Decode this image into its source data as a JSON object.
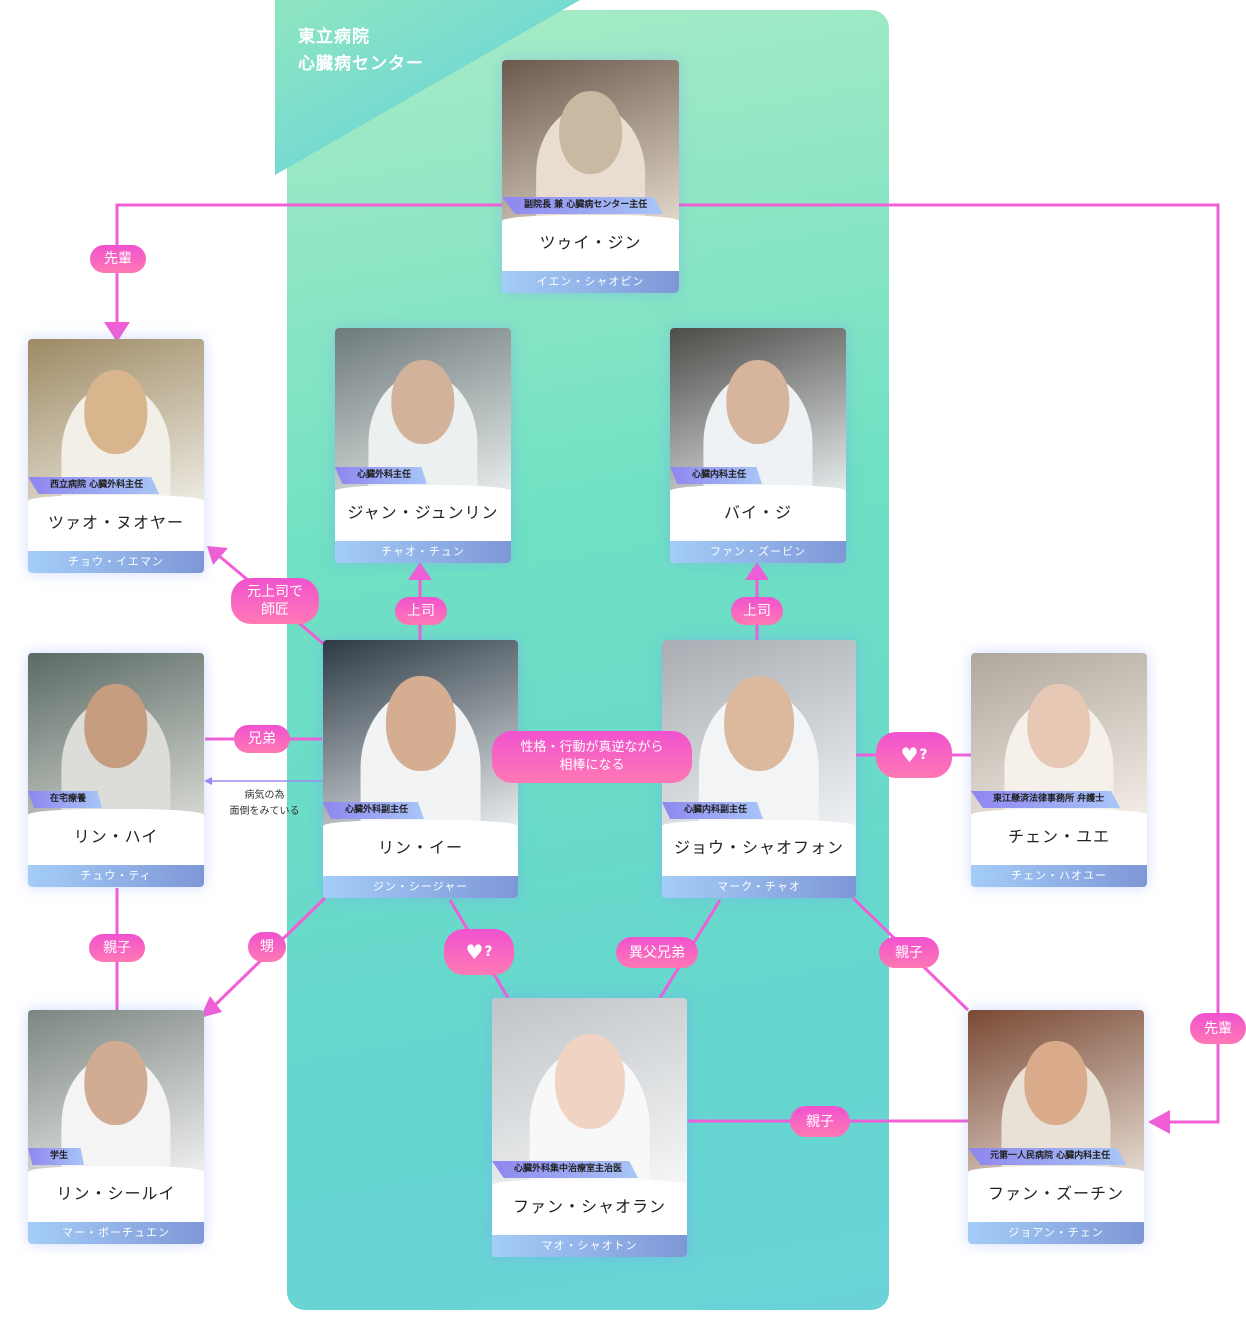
{
  "section": {
    "title_line1": "東立病院",
    "title_line2": "心臓病センター"
  },
  "colors": {
    "link": "#f05fd6",
    "pill_top": "#f052cf",
    "pill_bottom": "#ff78b4",
    "care_arrow": "#9a8cf0",
    "role_tag_start": "#8e86ef",
    "role_tag_end": "#a8c6f7",
    "actor_bar_start": "#a4cdf8",
    "actor_bar_end": "#7e97d6"
  },
  "characters": [
    {
      "id": "cui",
      "role": "副院長 兼 心臓病センター主任",
      "name": "ツゥイ・ジン",
      "actor": "イエン・シャオピン"
    },
    {
      "id": "zhao",
      "role": "西立病院 心臓外科主任",
      "name": "ツァオ・ヌオヤー",
      "actor": "チョウ・イエマン"
    },
    {
      "id": "jiang",
      "role": "心臓外科主任",
      "name": "ジャン・ジュンリン",
      "actor": "チャオ・チュン"
    },
    {
      "id": "bai",
      "role": "心臓内科主任",
      "name": "バイ・ジ",
      "actor": "ファン・ズービン"
    },
    {
      "id": "linhai",
      "role": "在宅療養",
      "name": "リン・ハイ",
      "actor": "チュウ・ティ"
    },
    {
      "id": "linyi",
      "role": "心臓外科副主任",
      "name": "リン・イー",
      "actor": "ジン・シージャー"
    },
    {
      "id": "zhou",
      "role": "心臓内科副主任",
      "name": "ジョウ・シャオフォン",
      "actor": "マーク・チャオ"
    },
    {
      "id": "chen",
      "role": "東江懸済法律事務所 弁護士",
      "name": "チェン・ユエ",
      "actor": "チェン・ハオユー"
    },
    {
      "id": "linxl",
      "role": "学生",
      "name": "リン・シールイ",
      "actor": "マー・ボーチュエン"
    },
    {
      "id": "fangxl",
      "role": "心臓外科集中治療室主治医",
      "name": "ファン・シャオラン",
      "actor": "マオ・シャオトン"
    },
    {
      "id": "fangzc",
      "role": "元第一人民病院 心臓内科主任",
      "name": "ファン・ズーチン",
      "actor": "ジョアン・チェン"
    }
  ],
  "relations": [
    {
      "id": "senpai_left",
      "label": "先輩"
    },
    {
      "id": "mentor",
      "label": "元上司で\n師匠"
    },
    {
      "id": "boss_jiang",
      "label": "上司"
    },
    {
      "id": "boss_bai",
      "label": "上司"
    },
    {
      "id": "brothers",
      "label": "兄弟"
    },
    {
      "id": "partners",
      "label": "性格・行動が真逆ながら\n相棒になる"
    },
    {
      "id": "love_chen",
      "label": "♥?"
    },
    {
      "id": "parent_linhai",
      "label": "親子"
    },
    {
      "id": "nephew",
      "label": "甥"
    },
    {
      "id": "love_fang",
      "label": "♥?"
    },
    {
      "id": "half_brothers",
      "label": "異父兄弟"
    },
    {
      "id": "parent_zhou",
      "label": "親子"
    },
    {
      "id": "parent_fang",
      "label": "親子"
    },
    {
      "id": "senpai_right",
      "label": "先輩"
    }
  ],
  "notes": {
    "care": "病気の為\n面倒をみている"
  }
}
